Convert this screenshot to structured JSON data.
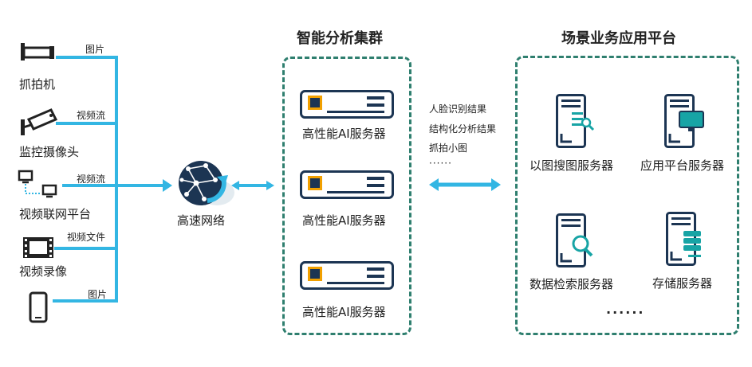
{
  "sources": [
    {
      "label": "抓拍机",
      "icon": "snapshot-camera-icon",
      "flow": "图片"
    },
    {
      "label": "监控摄像头",
      "icon": "surveillance-camera-icon",
      "flow": "视频流"
    },
    {
      "label": "视频联网平台",
      "icon": "networked-computers-icon",
      "flow": "视频流"
    },
    {
      "label": "视频录像",
      "icon": "film-strip-icon",
      "flow": "视频文件"
    },
    {
      "label": "",
      "icon": "mobile-phone-icon",
      "flow": "图片"
    }
  ],
  "network": {
    "label": "高速网络",
    "icon": "globe-network-icon"
  },
  "cluster": {
    "title": "智能分析集群",
    "servers": [
      "高性能AI服务器",
      "高性能AI服务器",
      "高性能AI服务器"
    ]
  },
  "results": {
    "items": [
      "人脸识别结果",
      "结构化分析结果",
      "抓拍小图"
    ],
    "ellipsis": "······"
  },
  "platform": {
    "title": "场景业务应用平台",
    "services": [
      "以图搜图服务器",
      "应用平台服务器",
      "数据检索服务器",
      "存储服务器"
    ],
    "ellipsis": "······"
  },
  "colors": {
    "flow": "#33b6e3",
    "border": "#2f7f6f",
    "navy": "#1c3553",
    "teal": "#17a4a5"
  }
}
